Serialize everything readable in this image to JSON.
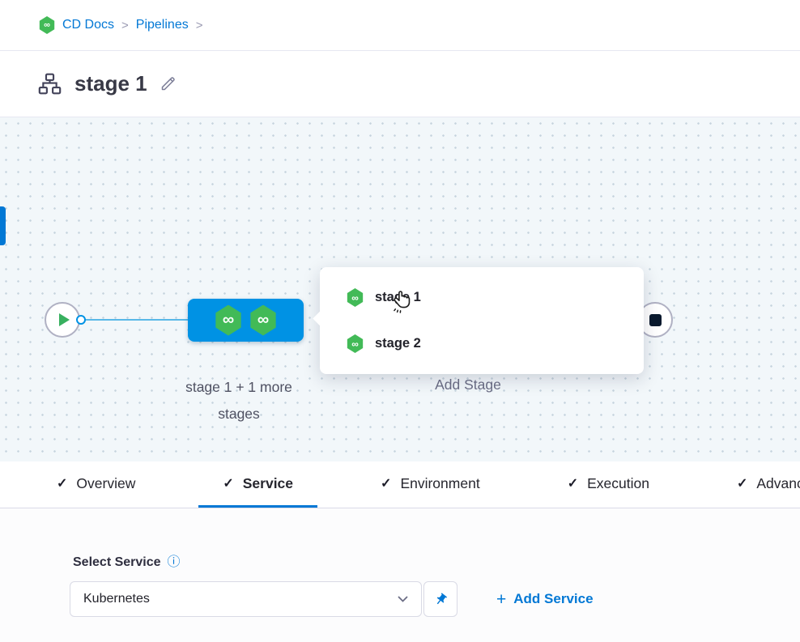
{
  "colors": {
    "accent_blue": "#0278d5",
    "node_blue": "#0092e4",
    "stage_green": "#42ba57",
    "canvas_bg": "#f2f7fa",
    "text_dark": "#22222a",
    "text_gray": "#6b6d85"
  },
  "breadcrumb": {
    "separator": ">",
    "items": [
      {
        "label": "CD Docs"
      },
      {
        "label": "Pipelines"
      }
    ]
  },
  "header": {
    "title": "stage 1"
  },
  "canvas": {
    "group_label": "stage 1 + 1 more stages",
    "add_stage_label": "Add Stage",
    "popup": {
      "items": [
        {
          "label": "stage 1"
        },
        {
          "label": "stage 2"
        }
      ]
    }
  },
  "tabs": [
    {
      "label": "Overview"
    },
    {
      "label": "Service"
    },
    {
      "label": "Environment"
    },
    {
      "label": "Execution"
    },
    {
      "label": "Advanced"
    }
  ],
  "service_panel": {
    "label": "Select Service",
    "selected_value": "Kubernetes",
    "add_service_label": "Add Service"
  },
  "icons": {
    "infinity": "∞",
    "check": "✓",
    "plus": "+",
    "info": "ⓘ"
  }
}
